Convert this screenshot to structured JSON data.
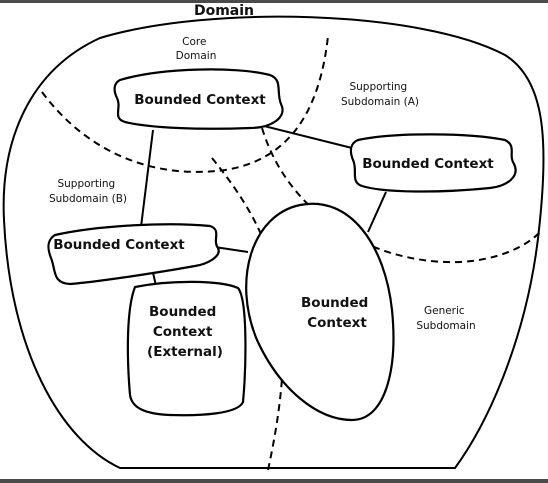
{
  "diagram": {
    "title": "Domain",
    "subdomains": {
      "core": [
        "Core",
        "Domain"
      ],
      "supporting_a": [
        "Supporting",
        "Subdomain (A)"
      ],
      "supporting_b": [
        "Supporting",
        "Subdomain (B)"
      ],
      "generic": [
        "Generic",
        "Subdomain"
      ]
    },
    "contexts": {
      "core_bc": [
        "Bounded Context"
      ],
      "supporting_a_bc": [
        "Bounded Context"
      ],
      "supporting_b_bc": [
        "Bounded Context"
      ],
      "external_bc": [
        "Bounded",
        "Context",
        "(External)"
      ],
      "generic_bc": [
        "Bounded",
        "Context"
      ]
    }
  }
}
